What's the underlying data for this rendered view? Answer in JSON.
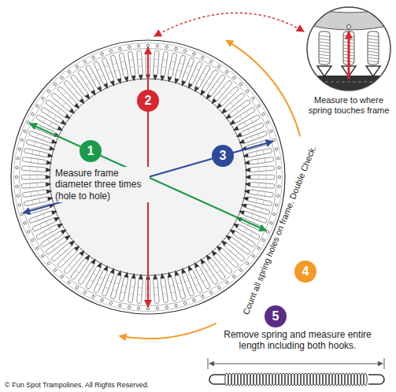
{
  "diagram": {
    "nodes": [
      {
        "text": [
          "1"
        ]
      },
      {
        "text": [
          "2"
        ]
      },
      {
        "text": [
          "3"
        ]
      },
      {
        "text": [
          "4"
        ]
      },
      {
        "text": [
          "5"
        ]
      }
    ],
    "labels": [
      "Measure frame diameter three times (hole to hole)",
      "Measure to where spring touches frame",
      "Count all spring holes on frame. Double Check.",
      "Remove spring and measure entire length including both hooks.",
      "© Fun Spot Trampolines. All Rights Reserved."
    ]
  }
}
